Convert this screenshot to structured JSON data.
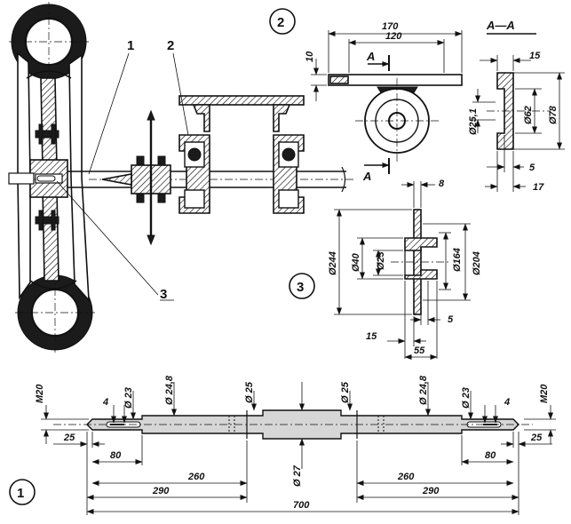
{
  "callouts": {
    "part_1": "1",
    "part_2": "2",
    "part_3": "3"
  },
  "view_2": {
    "number": "2",
    "section_title": "A—A",
    "arrow_A_top": "A",
    "arrow_A_bottom": "A",
    "dims": {
      "overall_length": "170",
      "inner_length": "120",
      "thickness": "10",
      "sec_width_top": "15",
      "sec_bore": "Ø25,1",
      "sec_recess": "Ø62",
      "sec_outer": "Ø78",
      "sec_step": "5",
      "sec_width_bottom": "17"
    }
  },
  "view_3": {
    "number": "3",
    "dims": {
      "flange_thickness": "8",
      "outer_dia": "Ø244",
      "hub_dia": "Ø40",
      "bore_dia": "Ø23",
      "mid_dia": "Ø164",
      "bolt_dia": "Ø204",
      "step": "5",
      "hub_offset": "15",
      "hub_length": "55"
    }
  },
  "view_1": {
    "number": "1",
    "dims": {
      "thread_left": "M20",
      "thread_right": "M20",
      "key_left": "4",
      "key_right": "4",
      "d23_left": "Ø 23",
      "d24_8_left": "Ø 24,8",
      "d25_left": "Ø 25",
      "d25_right": "Ø 25",
      "d24_8_right": "Ø 24,8",
      "d23_right": "Ø 23",
      "end_left": "25",
      "end_right": "25",
      "seg80_left": "80",
      "seg80_right": "80",
      "d27": "Ø 27",
      "seg260_left": "260",
      "seg260_right": "260",
      "seg290_left": "290",
      "seg290_right": "290",
      "overall": "700"
    }
  }
}
